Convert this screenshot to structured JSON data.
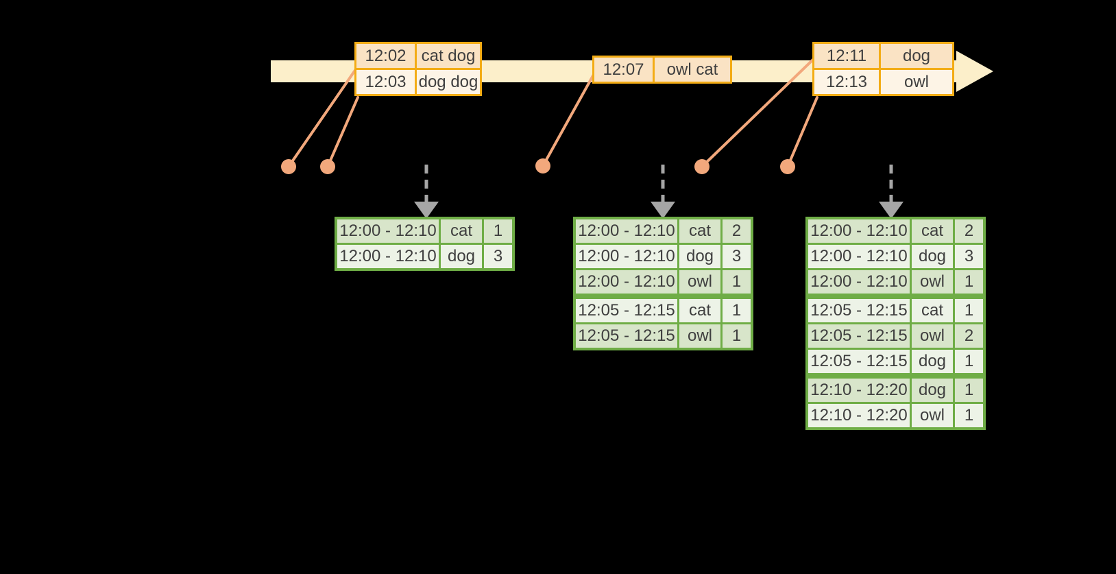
{
  "colors": {
    "canvas_bg": "#000000",
    "timeline_band": "#fcefca",
    "event_border": "#f3ac15",
    "event_cell_dark": "#fae3c4",
    "event_cell_light": "#fdf4e6",
    "connector": "#f2a87c",
    "result_border": "#6fad46",
    "result_cell_dark": "#d8e5ca",
    "result_cell_light": "#edf3e7",
    "arrow_gray": "#a6a6a6",
    "text": "#3f3f3f"
  },
  "event_tables": [
    {
      "rows": [
        {
          "time": "12:02",
          "words": "cat dog"
        },
        {
          "time": "12:03",
          "words": "dog dog"
        }
      ]
    },
    {
      "rows": [
        {
          "time": "12:07",
          "words": "owl cat"
        }
      ]
    },
    {
      "rows": [
        {
          "time": "12:11",
          "words": "dog"
        },
        {
          "time": "12:13",
          "words": "owl"
        }
      ]
    }
  ],
  "result_tables": [
    {
      "groups": [
        [
          {
            "window": "12:00 - 12:10",
            "word": "cat",
            "count": "1"
          },
          {
            "window": "12:00 - 12:10",
            "word": "dog",
            "count": "3"
          }
        ]
      ]
    },
    {
      "groups": [
        [
          {
            "window": "12:00 - 12:10",
            "word": "cat",
            "count": "2"
          },
          {
            "window": "12:00 - 12:10",
            "word": "dog",
            "count": "3"
          },
          {
            "window": "12:00 - 12:10",
            "word": "owl",
            "count": "1"
          }
        ],
        [
          {
            "window": "12:05 - 12:15",
            "word": "cat",
            "count": "1"
          },
          {
            "window": "12:05 - 12:15",
            "word": "owl",
            "count": "1"
          }
        ]
      ]
    },
    {
      "groups": [
        [
          {
            "window": "12:00 - 12:10",
            "word": "cat",
            "count": "2"
          },
          {
            "window": "12:00 - 12:10",
            "word": "dog",
            "count": "3"
          },
          {
            "window": "12:00 - 12:10",
            "word": "owl",
            "count": "1"
          }
        ],
        [
          {
            "window": "12:05 - 12:15",
            "word": "cat",
            "count": "1"
          },
          {
            "window": "12:05 - 12:15",
            "word": "owl",
            "count": "2"
          },
          {
            "window": "12:05 - 12:15",
            "word": "dog",
            "count": "1"
          }
        ],
        [
          {
            "window": "12:10 - 12:20",
            "word": "dog",
            "count": "1"
          },
          {
            "window": "12:10 - 12:20",
            "word": "owl",
            "count": "1"
          }
        ]
      ]
    }
  ]
}
